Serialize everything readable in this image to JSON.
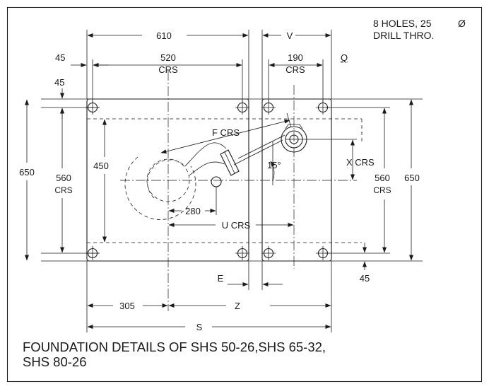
{
  "note": {
    "line1": "8 HOLES, 25",
    "dia": "Ø",
    "line2": "DRILL THRO."
  },
  "dims": {
    "d610": "610",
    "dV": "V",
    "d45_left": "45",
    "d520": "520",
    "d520_crs": "CRS",
    "d190": "190",
    "d190_crs": "CRS",
    "dQ": "Q",
    "d45_top": "45",
    "d650_left": "650",
    "d560_left": "560",
    "d560_left_crs": "CRS",
    "d450": "450",
    "dF": "F CRS",
    "dX": "X CRS",
    "d15": "15°",
    "d560_right": "560",
    "d560_right_crs": "CRS",
    "d650_right": "650",
    "d280": "280",
    "dU": "U CRS",
    "dE": "E",
    "d45_bottom": "45",
    "d305": "305",
    "dZ": "Z",
    "dS": "S"
  },
  "caption": {
    "line1": "FOUNDATION DETAILS OF SHS 50-26,SHS 65-32,",
    "line2": "SHS 80-26"
  }
}
